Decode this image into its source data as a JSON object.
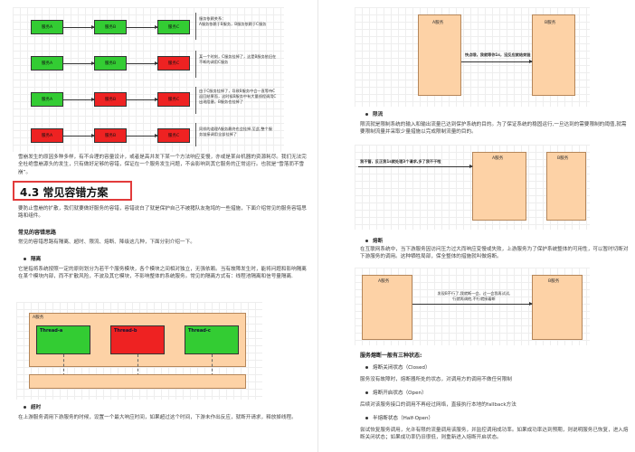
{
  "left": {
    "flow_rows": [
      {
        "boxes": [
          {
            "label": "服务A",
            "color": "green"
          },
          {
            "label": "服务B",
            "color": "green"
          },
          {
            "label": "服务C",
            "color": "green"
          }
        ],
        "note": "服务依赖关系：\n  A服务依赖于B服务，B服务依赖于C服务"
      },
      {
        "boxes": [
          {
            "label": "服务A",
            "color": "green"
          },
          {
            "label": "服务B",
            "color": "green"
          },
          {
            "label": "服务C",
            "color": "red"
          }
        ],
        "note": "某一个时刻，C服务挂掉了，这是B服务依旧在\n  不断的调用C服务"
      },
      {
        "boxes": [
          {
            "label": "服务A",
            "color": "green"
          },
          {
            "label": "服务B",
            "color": "red"
          },
          {
            "label": "服务C",
            "color": "red"
          }
        ],
        "note": "由于C服务挂掉了，导致B服务中会一直等待C\n  返回结果而，这时候B服务中有大量线程调用C\n  出现阻塞，B服务也挂掉了"
      },
      {
        "boxes": [
          {
            "label": "服务A",
            "color": "red"
          },
          {
            "label": "服务B",
            "color": "red"
          },
          {
            "label": "服务C",
            "color": "red"
          }
        ],
        "note": "同样的道理A服务最终也会挂掉,至此,整个服\n  务链接调用全部挂掉了"
      }
    ],
    "intro_para": "雪崩发生的原因多种多样，有不合理的容量设计，或者是高并发下某一个方法响应变慢，亦或是某台机器的资源耗尽。我们无法完全杜绝雪崩源头的发生，只有做好足够的容错，保证在一个服务发生问题，不会影响到其它服务的正常运行。也就是“雪落而不雪崩”。",
    "section_title": "4.3 常见容错方案",
    "section_para": "要防止雪崩的扩散，我们就要做好服务的容错，容错说白了就是保护自己不被猪队友拖垮的一些措施，下面介绍常见的服务容错思路和组件。",
    "subheading": "常见的容错思路",
    "ideas_para": "常见的容错思路有隔离、超时、限流、熔断、降级这几种，下面分别介绍一下。",
    "isolation_bullet": "隔离",
    "isolation_para": "它是指将系统按照一定的原则划分为若干个服务模块，各个模块之间相对独立，无强依赖。当有故障发生时，能将问题和影响隔离在某个模块内部，而不扩散风险，不波及其它模块，不影响整体的系统服务。常见的隔离方式有：线程池隔离和信号量隔离.",
    "service_label": "A服务",
    "threads": [
      {
        "label": "Thread-a",
        "color": "green"
      },
      {
        "label": "Thread-b",
        "color": "red"
      },
      {
        "label": "Thread-c",
        "color": "green"
      }
    ],
    "timeout_bullet": "超时",
    "timeout_para": "在上游服务调用下游服务的时候，设置一个最大响应时间，如果超过这个时间，下游未作出反应，就断开请求，释放掉线程。"
  },
  "right": {
    "diag1": {
      "a": "A服务",
      "b": "B服务",
      "msg": "快点哦，我就等你1s，没反应就结束链"
    },
    "limit_bullet": "限流",
    "limit_para": "限流就是限制系统的输入和输出流量已达到保护系统的目的。为了保证系统的稳固运行,一旦达到的需要限制的阈值,就需要限制流量并采取少量措施以完成限制流量的目的。",
    "diag2": {
      "a": "A服务",
      "b": "B服务",
      "msg": "我不管，反正我1s就处理3个请求,多了我不干啦"
    },
    "circuit_bullet": "熔断",
    "circuit_para": "在互联网系统中，当下游服务因访问压力过大而响应变慢或失败，上游服务为了保护系统整体的可用性，可以暂时切断对下游服务的调用。这种牺牲局部，保全整体的措施就叫做熔断。",
    "diag3": {
      "a": "A服务",
      "b": "B服务",
      "msg": "发现B不行了,我就断一会，过一会我再试试,\n行就再调他,不行就接着断"
    },
    "states_heading": "服务熔断一般有三种状态:",
    "states": [
      {
        "label": "熔断关闭状态（Closed）",
        "desc": "服务没有故障时，熔断器所处的状态，对调用方的调用不做任何限制"
      },
      {
        "label": "熔断开启状态（Open）",
        "desc": "后续对该服务接口的调用不再经过网络，直接执行本地的fallback方法"
      },
      {
        "label": "半熔断状态（Half-Open）",
        "desc": "尝试恢复服务调用，允许有限的流量调用该服务，并监控调用成功率。如果成功率达到预期，则说明服务已恢复，进入熔断关闭状态；如果成功率仍旧很低，则重新进入熔断开启状态。"
      }
    ]
  }
}
